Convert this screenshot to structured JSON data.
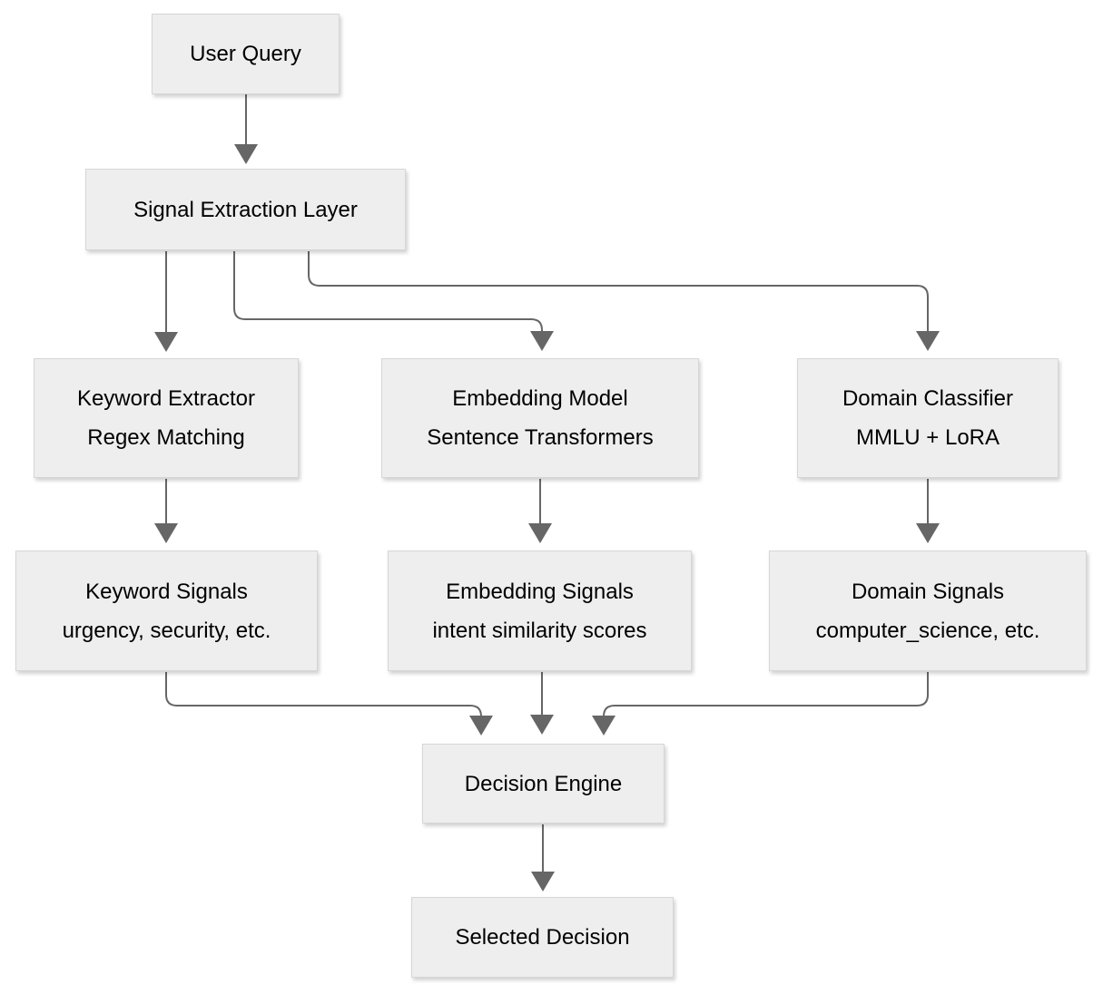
{
  "diagram": {
    "nodes": {
      "user_query": {
        "line1": "User Query"
      },
      "signal_extraction_layer": {
        "line1": "Signal Extraction Layer"
      },
      "keyword_extractor": {
        "line1": "Keyword Extractor",
        "line2": "Regex Matching"
      },
      "embedding_model": {
        "line1": "Embedding Model",
        "line2": "Sentence Transformers"
      },
      "domain_classifier": {
        "line1": "Domain Classifier",
        "line2": "MMLU + LoRA"
      },
      "keyword_signals": {
        "line1": "Keyword Signals",
        "line2": "urgency, security, etc."
      },
      "embedding_signals": {
        "line1": "Embedding Signals",
        "line2": "intent similarity scores"
      },
      "domain_signals": {
        "line1": "Domain Signals",
        "line2": "computer_science, etc."
      },
      "decision_engine": {
        "line1": "Decision Engine"
      },
      "selected_decision": {
        "line1": "Selected Decision"
      }
    },
    "edges": [
      {
        "from": "User Query",
        "to": "Signal Extraction Layer"
      },
      {
        "from": "Signal Extraction Layer",
        "to": "Keyword Extractor"
      },
      {
        "from": "Signal Extraction Layer",
        "to": "Embedding Model"
      },
      {
        "from": "Signal Extraction Layer",
        "to": "Domain Classifier"
      },
      {
        "from": "Keyword Extractor",
        "to": "Keyword Signals"
      },
      {
        "from": "Embedding Model",
        "to": "Embedding Signals"
      },
      {
        "from": "Domain Classifier",
        "to": "Domain Signals"
      },
      {
        "from": "Keyword Signals",
        "to": "Decision Engine"
      },
      {
        "from": "Embedding Signals",
        "to": "Decision Engine"
      },
      {
        "from": "Domain Signals",
        "to": "Decision Engine"
      },
      {
        "from": "Decision Engine",
        "to": "Selected Decision"
      }
    ],
    "colors": {
      "node_fill": "#eeeeee",
      "node_border": "#d6d6d6",
      "connector": "#666666",
      "text": "#000000",
      "background": "#ffffff"
    }
  }
}
